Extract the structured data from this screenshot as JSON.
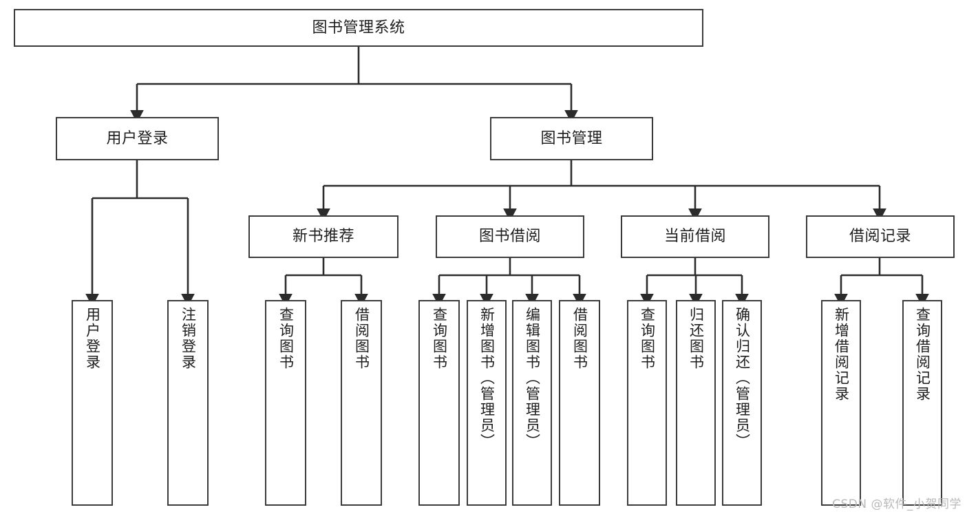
{
  "diagram": {
    "title": "图书管理系统",
    "type": "tree-hierarchy-chart",
    "watermark": "CSDN @软件_小贺同学",
    "colors": {
      "background": "#ffffff",
      "box_border": "#3a3a3a",
      "box_fill": "#ffffff",
      "text": "#1d1d1d",
      "connector": "#2b2b2b",
      "watermark": "#b9b9b9"
    },
    "root": {
      "id": "root",
      "label": "图书管理系统"
    },
    "level2": [
      {
        "id": "user-login",
        "label": "用户登录"
      },
      {
        "id": "book-manage",
        "label": "图书管理"
      }
    ],
    "level3": [
      {
        "id": "new-book-recommend",
        "label": "新书推荐",
        "parent": "book-manage"
      },
      {
        "id": "book-borrow",
        "label": "图书借阅",
        "parent": "book-manage"
      },
      {
        "id": "current-borrow",
        "label": "当前借阅",
        "parent": "book-manage"
      },
      {
        "id": "borrow-record",
        "label": "借阅记录",
        "parent": "book-manage"
      }
    ],
    "leaves": [
      {
        "id": "leaf-user-login",
        "label": "用户登录",
        "parent": "user-login"
      },
      {
        "id": "leaf-user-logout",
        "label": "注销登录",
        "parent": "user-login"
      },
      {
        "id": "leaf-query-book-1",
        "label": "查询图书",
        "parent": "new-book-recommend"
      },
      {
        "id": "leaf-borrow-book-1",
        "label": "借阅图书",
        "parent": "new-book-recommend"
      },
      {
        "id": "leaf-query-book-2",
        "label": "查询图书",
        "parent": "book-borrow"
      },
      {
        "id": "leaf-add-book",
        "label": "新增图书（管理员）",
        "parent": "book-borrow"
      },
      {
        "id": "leaf-edit-book",
        "label": "编辑图书（管理员）",
        "parent": "book-borrow"
      },
      {
        "id": "leaf-borrow-book-2",
        "label": "借阅图书",
        "parent": "book-borrow"
      },
      {
        "id": "leaf-query-book-3",
        "label": "查询图书",
        "parent": "current-borrow"
      },
      {
        "id": "leaf-return-book",
        "label": "归还图书",
        "parent": "current-borrow"
      },
      {
        "id": "leaf-confirm-return",
        "label": "确认归还（管理员）",
        "parent": "current-borrow"
      },
      {
        "id": "leaf-add-record",
        "label": "新增借阅记录",
        "parent": "borrow-record"
      },
      {
        "id": "leaf-query-record",
        "label": "查询借阅记录",
        "parent": "borrow-record"
      }
    ]
  }
}
